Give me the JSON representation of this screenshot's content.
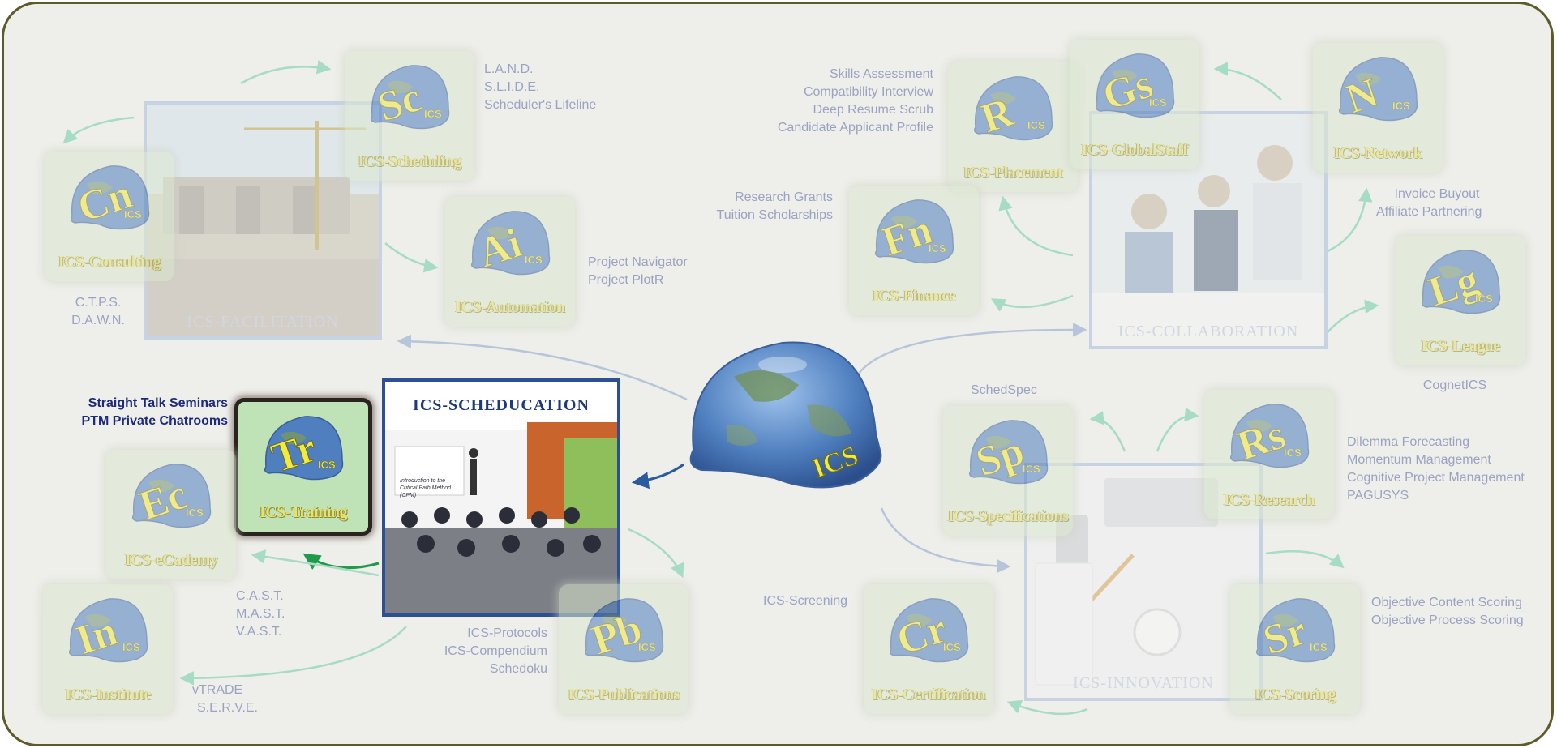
{
  "hub": {
    "badge": "ICS"
  },
  "tiles": [
    {
      "id": "scheduling",
      "label": "ICS-Scheduling",
      "mono": "Sc"
    },
    {
      "id": "consulting",
      "label": "ICS-Consulting",
      "mono": "Cn"
    },
    {
      "id": "automation",
      "label": "ICS-Automation",
      "mono": "Ai"
    },
    {
      "id": "placement",
      "label": "ICS-Placement",
      "mono": "R"
    },
    {
      "id": "globalstaff",
      "label": "ICS-GlobalStaff",
      "mono": "Gs"
    },
    {
      "id": "network",
      "label": "ICS-Network",
      "mono": "N"
    },
    {
      "id": "finance",
      "label": "ICS-Finance",
      "mono": "Fn"
    },
    {
      "id": "league",
      "label": "ICS-League",
      "mono": "Lg"
    },
    {
      "id": "training",
      "label": "ICS-Training",
      "mono": "Tr"
    },
    {
      "id": "ecademy",
      "label": "ICS-eCademy",
      "mono": "Ec"
    },
    {
      "id": "institute",
      "label": "ICS-Institute",
      "mono": "In"
    },
    {
      "id": "publications",
      "label": "ICS-Publications",
      "mono": "Pb"
    },
    {
      "id": "specifications",
      "label": "ICS-Specifications",
      "mono": "Sp"
    },
    {
      "id": "research",
      "label": "ICS-Research",
      "mono": "Rs"
    },
    {
      "id": "certification",
      "label": "ICS-Certification",
      "mono": "Cr"
    },
    {
      "id": "scoring",
      "label": "ICS-Scoring",
      "mono": "Sr"
    }
  ],
  "photos": {
    "facilitation": "ICS-FACILITATION",
    "collaboration": "ICS-COLLABORATION",
    "schreducation": "ICS-SCHEDUCATION",
    "innovation": "ICS-INNOVATION",
    "slide_caption": "Introduction to the Critical Path Method (CPM)"
  },
  "texts": {
    "scheduling": [
      "L.A.N.D.",
      "S.L.I.D.E.",
      "Scheduler's Lifeline"
    ],
    "consulting": [
      "C.T.P.S.",
      "D.A.W.N."
    ],
    "automation": [
      "Project Navigator",
      "Project PlotR"
    ],
    "placement": [
      "Skills Assessment",
      "Compatibility Interview",
      "Deep Resume Scrub",
      "Candidate Applicant Profile"
    ],
    "finance": [
      "Research Grants",
      "Tuition Scholarships"
    ],
    "network": [
      "Invoice Buyout",
      "Affiliate Partnering"
    ],
    "league": [
      "CognetICS"
    ],
    "training": [
      "Straight Talk Seminars",
      "PTM Private Chatrooms"
    ],
    "ecademy": [
      "C.A.S.T.",
      "M.A.S.T.",
      "V.A.S.T."
    ],
    "institute": [
      "vTRADE",
      "S.E.R.V.E."
    ],
    "publications": [
      "ICS-Protocols",
      "ICS-Compendium",
      "Schedoku"
    ],
    "specifications": [
      "SchedSpec"
    ],
    "research": [
      "Dilemma Forecasting",
      "Momentum Management",
      "Cognitive Project Management",
      "PAGUSYS"
    ],
    "certification": [
      "ICS-Screening"
    ],
    "scoring": [
      "Objective Content Scoring",
      "Objective Process Scoring"
    ]
  },
  "colors": {
    "frame": "#5e5b2a",
    "accent_dark": "#1e2a7a",
    "arrow_faint": "#a6dcc3",
    "arrow_blue": "#b7c5da",
    "arrow_active_green": "#1f9a4a",
    "arrow_active_blue": "#2a5aa0",
    "label_yellow": "#e7e26a"
  }
}
